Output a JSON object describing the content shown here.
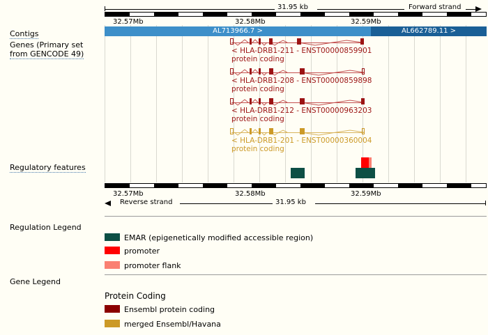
{
  "view": {
    "span_label": "31.95 kb",
    "forward_strand": "Forward strand",
    "reverse_strand": "Reverse strand",
    "coord_ticks": [
      "32.57Mb",
      "32.58Mb",
      "32.59Mb"
    ]
  },
  "tracks": {
    "contigs_label": "Contigs",
    "genes_label": "Genes (Primary set\nfrom GENCODE 49)",
    "regulatory_label": "Regulatory features"
  },
  "contigs": [
    {
      "name": "AL713966.7 >",
      "color": "#3d8fc9"
    },
    {
      "name": "AL662789.11 >",
      "color": "#1a5f96"
    }
  ],
  "transcripts": [
    {
      "name": "< HLA-DRB1-211 - ENST00000859901",
      "biotype": "protein coding",
      "color": "#9c1414",
      "strand": "reverse"
    },
    {
      "name": "< HLA-DRB1-208 - ENST00000859898",
      "biotype": "protein coding",
      "color": "#9c1414",
      "strand": "reverse"
    },
    {
      "name": "< HLA-DRB1-212 - ENST00000963203",
      "biotype": "protein coding",
      "color": "#9c1414",
      "strand": "reverse"
    },
    {
      "name": "< HLA-DRB1-201 - ENST00000360004",
      "biotype": "protein coding",
      "color": "#cc9a28",
      "strand": "reverse"
    }
  ],
  "regulatory_features": [
    {
      "type": "EMAR",
      "color": "#0d4f45"
    },
    {
      "type": "EMAR",
      "color": "#0d4f45"
    },
    {
      "type": "promoter",
      "color": "#ff0000"
    },
    {
      "type": "promoter flank",
      "color": "#fa8072"
    }
  ],
  "regulation_legend": {
    "title": "Regulation Legend",
    "items": [
      {
        "label": "EMAR (epigenetically modified accessible region)",
        "color": "#0d4f45"
      },
      {
        "label": "promoter",
        "color": "#ff0000"
      },
      {
        "label": "promoter flank",
        "color": "#fa8072"
      }
    ]
  },
  "gene_legend": {
    "title": "Gene Legend",
    "section": "Protein Coding",
    "items": [
      {
        "label": "Ensembl protein coding",
        "color": "#8b0000"
      },
      {
        "label": "merged Ensembl/Havana",
        "color": "#cc9a28"
      }
    ]
  }
}
